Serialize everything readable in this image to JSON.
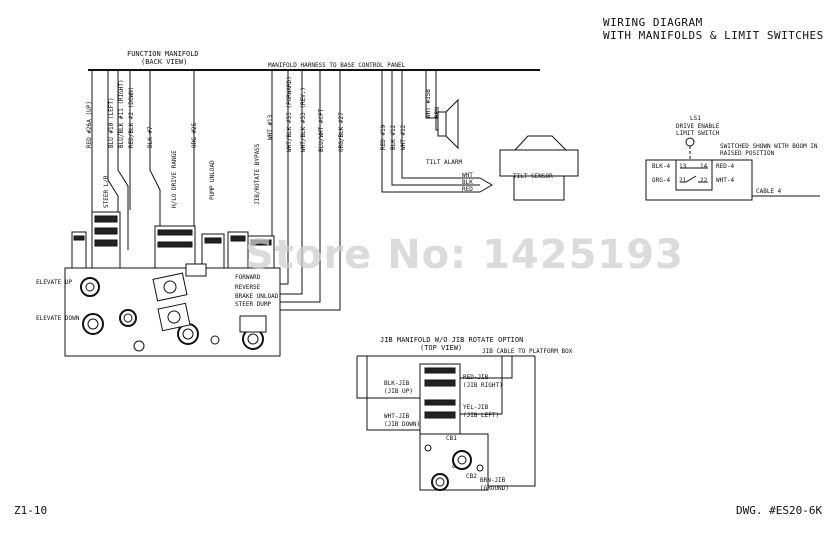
{
  "title": {
    "line1": "WIRING DIAGRAM",
    "line2": "WITH MANIFOLDS & LIMIT SWITCHES"
  },
  "function_manifold": {
    "title": "FUNCTION MANIFOLD",
    "view": "(BACK VIEW)"
  },
  "harness_label": "MANIFOLD HARNESS TO BASE CONTROL PANEL",
  "wires_left": [
    "RED #26A (UP)",
    "BLU #10 (LEFT)",
    "BLU/BLK #11 (RIGHT)",
    "RED/BLK #2 (DOWN)",
    "BLK #7",
    "ORG #25"
  ],
  "valve_labels": [
    "STEER L/R",
    "H/LO DRIVE RANGE",
    "PUMP UNLOAD",
    "JIB/ROTATE BYPASS"
  ],
  "wires_right": [
    "WHT #13",
    "WHT/BLK #53 (FORWARD)",
    "WHT/BLK #53 (REV.)",
    "BLU/WHT #CFT",
    "ORG/BLK #27"
  ],
  "coil_labels": [
    "FORWARD",
    "REVERSE",
    "BRAKE UNLOAD",
    "STEER DUMP"
  ],
  "elevate": {
    "up": "ELEVATE UP",
    "down": "ELEVATE DOWN"
  },
  "tilt": {
    "wires": [
      "RED #19",
      "BLK #12",
      "WHT #12"
    ],
    "alarm_wires": [
      "WHT #35B",
      "BRN"
    ],
    "alarm_label": "TILT ALARM",
    "sensor_label": "TILT SENSOR",
    "sensor_wires": [
      "WHT",
      "BLK",
      "RED"
    ]
  },
  "limit_switch": {
    "id": "LS1",
    "name_line1": "DRIVE ENABLE",
    "name_line2": "LIMIT SWITCH",
    "note_line1": "SWITCHED SHOWN WITH BOOM IN",
    "note_line2": "RAISED POSITION",
    "wires": [
      {
        "left": "BLK-4",
        "pin_l": "13",
        "pin_r": "14",
        "right": "RED-4"
      },
      {
        "left": "ORG-4",
        "pin_l": "21",
        "pin_r": "22",
        "right": "WHT-4"
      }
    ],
    "cable": "CABLE 4"
  },
  "jib": {
    "title": "JIB MANIFOLD W/O JIB ROTATE OPTION",
    "view": "(TOP VIEW)",
    "cable": "JIB CABLE TO PLATFORM BOX",
    "left": [
      {
        "wire": "BLK-JIB",
        "fn": "(JIB UP)"
      },
      {
        "wire": "WHT-JIB",
        "fn": "(JIB DOWN)"
      }
    ],
    "right": [
      {
        "wire": "RED-JIB",
        "fn": "(JIB RIGHT)"
      },
      {
        "wire": "YEL-JIB",
        "fn": "(JIB LEFT)"
      }
    ],
    "ground": {
      "wire": "BRN-JIB",
      "fn": "(GROUND)"
    },
    "ports": [
      "CB1",
      "CB2",
      "d"
    ]
  },
  "watermark": "Store No: 1425193",
  "footer": {
    "left": "Z1-10",
    "right": "DWG. #ES20-6K"
  }
}
